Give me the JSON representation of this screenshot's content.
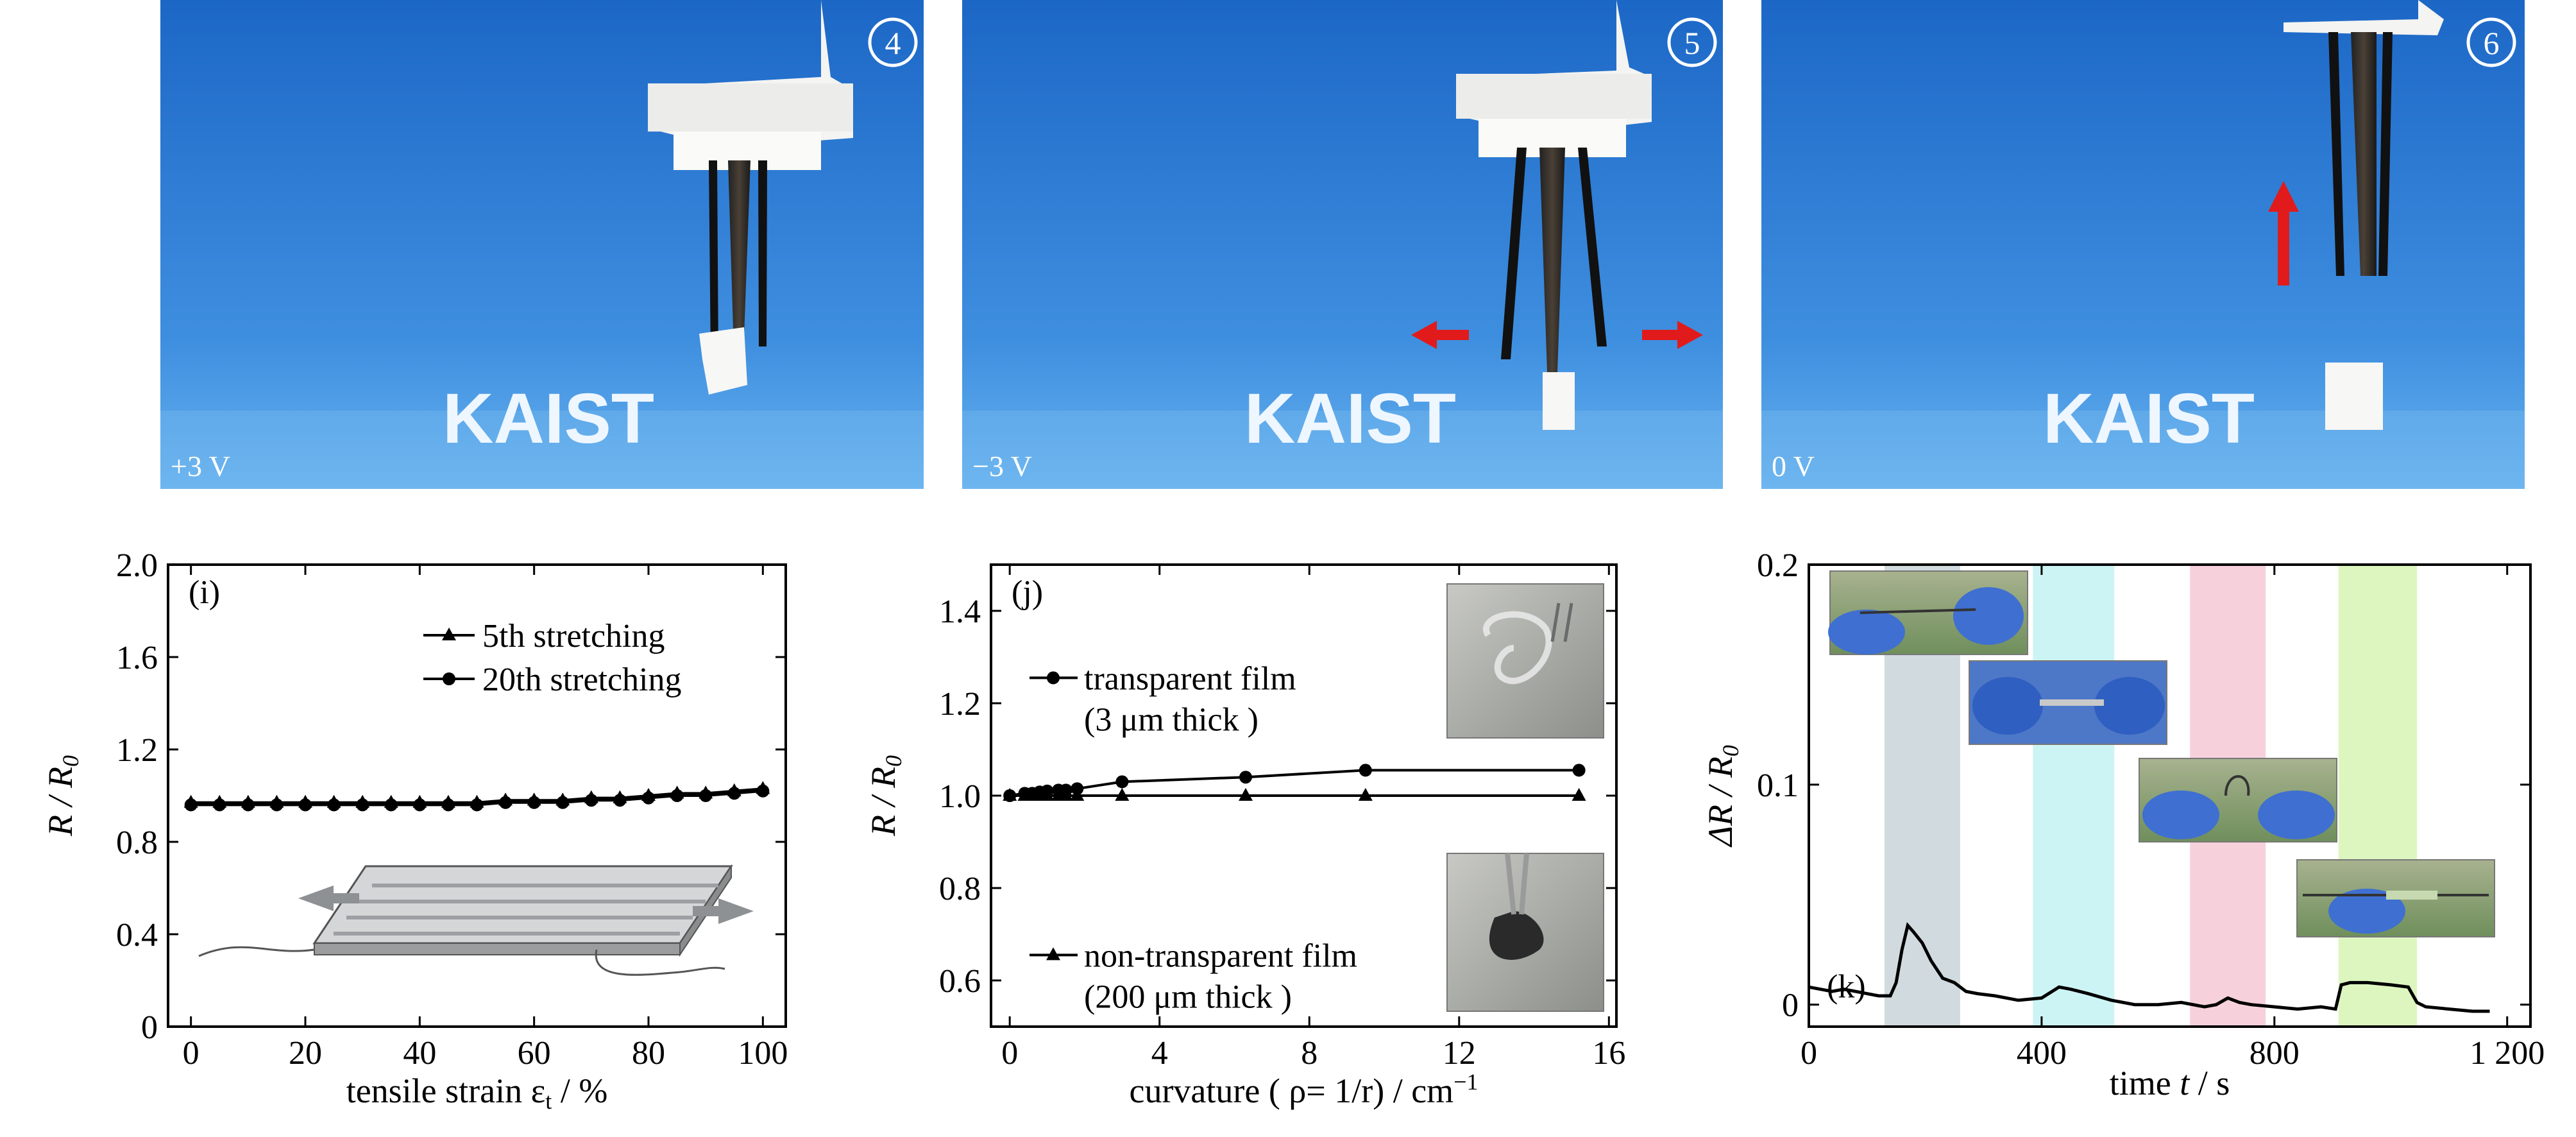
{
  "photos": [
    {
      "step": "4",
      "voltage": "+3 V",
      "logo": "KAIST",
      "arrows": "none",
      "block": "held"
    },
    {
      "step": "5",
      "voltage": "−3 V",
      "logo": "KAIST",
      "arrows": "horizontal",
      "block": "released"
    },
    {
      "step": "6",
      "voltage": "0 V",
      "logo": "KAIST",
      "arrows": "up",
      "block": "released"
    }
  ],
  "colors": {
    "photo_bg_top": "#1c67c6",
    "photo_bg_bottom": "#4b9be6",
    "arrow_red": "#e11b1b",
    "band_k1": "#c9d3d9",
    "band_k2": "#c4f2f2",
    "band_k3": "#f5c9d6",
    "band_k4": "#d7f5b5",
    "line": "#000000"
  },
  "chart_data": [
    {
      "type": "line",
      "panel_label": "(i)",
      "xlabel": "tensile strain ε",
      "xlabel_sub": "t",
      "xlabel_unit": " / %",
      "ylabel": "R / R",
      "ylabel_sub": "0",
      "xlim": [
        -4,
        104
      ],
      "ylim": [
        0,
        2.0
      ],
      "xticks": [
        0,
        20,
        40,
        60,
        80,
        100
      ],
      "xtick_labels": [
        "0",
        "20",
        "40",
        "60",
        "80",
        "100"
      ],
      "yticks": [
        0,
        0.4,
        0.8,
        1.2,
        1.6,
        2.0
      ],
      "ytick_labels": [
        "0",
        "0.4",
        "0.8",
        "1.2",
        "1.6",
        "2.0"
      ],
      "legend_position": "top-right",
      "series": [
        {
          "name": "5th stretching",
          "marker": "triangle",
          "x": [
            0,
            5,
            10,
            15,
            20,
            25,
            30,
            35,
            40,
            45,
            50,
            55,
            60,
            65,
            70,
            75,
            80,
            85,
            90,
            95,
            100
          ],
          "y": [
            0.97,
            0.97,
            0.97,
            0.97,
            0.97,
            0.97,
            0.97,
            0.97,
            0.97,
            0.97,
            0.97,
            0.98,
            0.98,
            0.98,
            0.99,
            0.99,
            1.0,
            1.01,
            1.01,
            1.02,
            1.03
          ]
        },
        {
          "name": "20th stretching",
          "marker": "circle",
          "x": [
            0,
            5,
            10,
            15,
            20,
            25,
            30,
            35,
            40,
            45,
            50,
            55,
            60,
            65,
            70,
            75,
            80,
            85,
            90,
            95,
            100
          ],
          "y": [
            0.96,
            0.96,
            0.96,
            0.96,
            0.96,
            0.96,
            0.96,
            0.96,
            0.96,
            0.96,
            0.96,
            0.97,
            0.97,
            0.97,
            0.98,
            0.98,
            0.99,
            1.0,
            1.0,
            1.01,
            1.02
          ]
        }
      ],
      "inset": "stretched film schematic"
    },
    {
      "type": "line",
      "panel_label": "(j)",
      "xlabel": "curvature ( ρ= 1/r) / cm",
      "xlabel_sup": "−1",
      "ylabel": "R / R",
      "ylabel_sub": "0",
      "xlim": [
        -0.5,
        16.2
      ],
      "ylim": [
        0.5,
        1.5
      ],
      "xticks": [
        0,
        4,
        8,
        12,
        16
      ],
      "xtick_labels": [
        "0",
        "4",
        "8",
        "12",
        "16"
      ],
      "yticks": [
        0.6,
        0.8,
        1.0,
        1.2,
        1.4
      ],
      "ytick_labels": [
        "0.6",
        "0.8",
        "1.0",
        "1.2",
        "1.4"
      ],
      "series": [
        {
          "name": "transparent film",
          "note": "(3 μm thick )",
          "marker": "circle",
          "x": [
            0,
            0.4,
            0.6,
            0.8,
            1.0,
            1.3,
            1.5,
            1.8,
            3.0,
            6.3,
            9.5,
            15.2
          ],
          "y": [
            1.0,
            1.005,
            1.005,
            1.008,
            1.01,
            1.012,
            1.012,
            1.015,
            1.03,
            1.04,
            1.055,
            1.055
          ]
        },
        {
          "name": "non-transparent film",
          "note": "(200 μm thick )",
          "marker": "triangle",
          "x": [
            0,
            0.4,
            0.6,
            0.8,
            1.0,
            1.3,
            1.5,
            1.8,
            3.0,
            6.3,
            9.5,
            15.2
          ],
          "y": [
            1.0,
            1.0,
            1.0,
            1.0,
            1.0,
            1.0,
            1.0,
            1.0,
            1.0,
            1.0,
            1.0,
            1.0
          ]
        }
      ],
      "insets": [
        "transparent film photo",
        "non-transparent film photo"
      ]
    },
    {
      "type": "line",
      "panel_label": "(k)",
      "xlabel": "time ",
      "xlabel_var": "t",
      "xlabel_unit": " / s",
      "ylabel": "ΔR / R",
      "ylabel_sub": "0",
      "xlim": [
        0,
        1240
      ],
      "ylim": [
        -0.01,
        0.2
      ],
      "xticks": [
        0,
        400,
        800,
        1200
      ],
      "xtick_labels": [
        "0",
        "400",
        "800",
        "1 200"
      ],
      "yticks": [
        0,
        0.1,
        0.2
      ],
      "ytick_labels": [
        "0",
        "0.1",
        "0.2"
      ],
      "bands": [
        [
          130,
          260
        ],
        [
          385,
          525
        ],
        [
          655,
          785
        ],
        [
          910,
          1045
        ]
      ],
      "series": [
        {
          "name": "",
          "x": [
            0,
            40,
            60,
            80,
            100,
            120,
            140,
            150,
            160,
            170,
            180,
            195,
            210,
            230,
            250,
            270,
            290,
            320,
            360,
            400,
            430,
            450,
            480,
            520,
            560,
            600,
            640,
            680,
            700,
            720,
            740,
            760,
            800,
            840,
            880,
            905,
            915,
            930,
            960,
            1000,
            1030,
            1045,
            1060,
            1100,
            1140,
            1170
          ],
          "y": [
            0.008,
            0.006,
            0.007,
            0.006,
            0.005,
            0.004,
            0.004,
            0.01,
            0.025,
            0.036,
            0.033,
            0.028,
            0.02,
            0.012,
            0.01,
            0.006,
            0.005,
            0.004,
            0.002,
            0.003,
            0.008,
            0.007,
            0.005,
            0.002,
            0.0,
            0.0,
            0.001,
            -0.001,
            0.0,
            0.003,
            0.001,
            0.0,
            -0.001,
            -0.002,
            -0.001,
            -0.002,
            0.009,
            0.01,
            0.01,
            0.009,
            0.008,
            0.001,
            -0.001,
            -0.002,
            -0.003,
            -0.003
          ]
        }
      ],
      "insets": [
        "hand-held film photo 1",
        "hand-held film photo 2",
        "hand-held film photo 3",
        "hand-held film photo 4"
      ]
    }
  ]
}
